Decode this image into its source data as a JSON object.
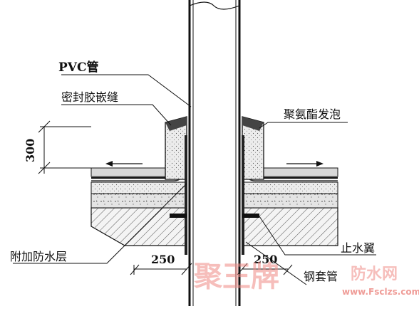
{
  "labels": {
    "pvc_pipe": "PVC管",
    "sealant_joint": "密封胶嵌缝",
    "pu_foam": "聚氨酯发泡",
    "extra_waterproof_layer": "附加防水层",
    "water_stop_flange": "止水翼",
    "steel_sleeve": "钢套管"
  },
  "dimensions": {
    "height_dim": "300",
    "left_width_dim": "250",
    "right_width_dim": "250"
  },
  "watermark": {
    "brand": "聚王牌",
    "suffix": "防水网",
    "url": "www.Fsclzs.com"
  },
  "colors": {
    "line": "#111111",
    "concrete_fill": "#cfcfcf",
    "membrane_dark": "#2a2a2a",
    "watermark": "#f08a85"
  }
}
